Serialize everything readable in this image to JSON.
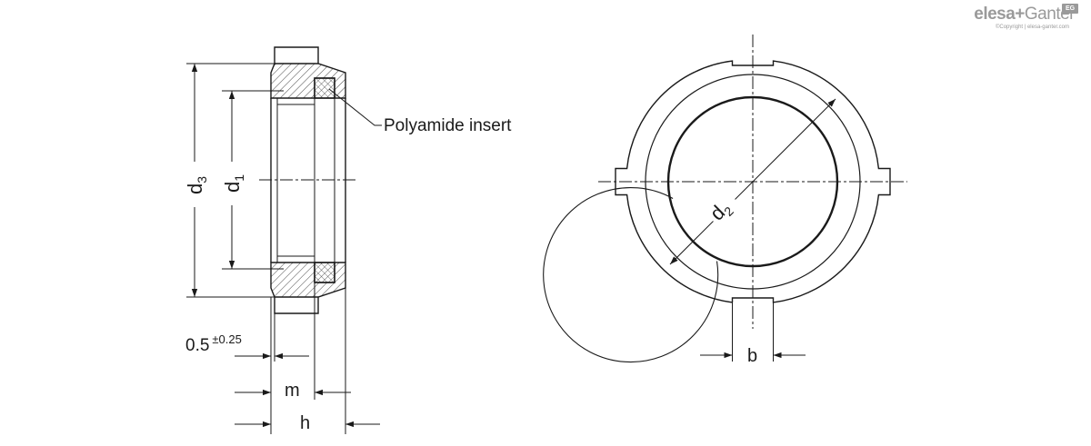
{
  "brand": {
    "name_part1": "elesa",
    "separator": "+",
    "name_part2": "Ganter",
    "badge": "EG",
    "copyright": "©Copyright | elesa-ganter.com"
  },
  "labels": {
    "insert": "Polyamide insert",
    "d3_main": "d",
    "d3_sub": "3",
    "d1_main": "d",
    "d1_sub": "1",
    "d2_main": "d",
    "d2_sub": "2",
    "offset_value": "0.5",
    "offset_tol": "±0.25",
    "m": "m",
    "h": "h",
    "b": "b"
  },
  "colors": {
    "line": "#1a1a1a",
    "hatch": "#444444",
    "logo": "#9a9a9a"
  }
}
